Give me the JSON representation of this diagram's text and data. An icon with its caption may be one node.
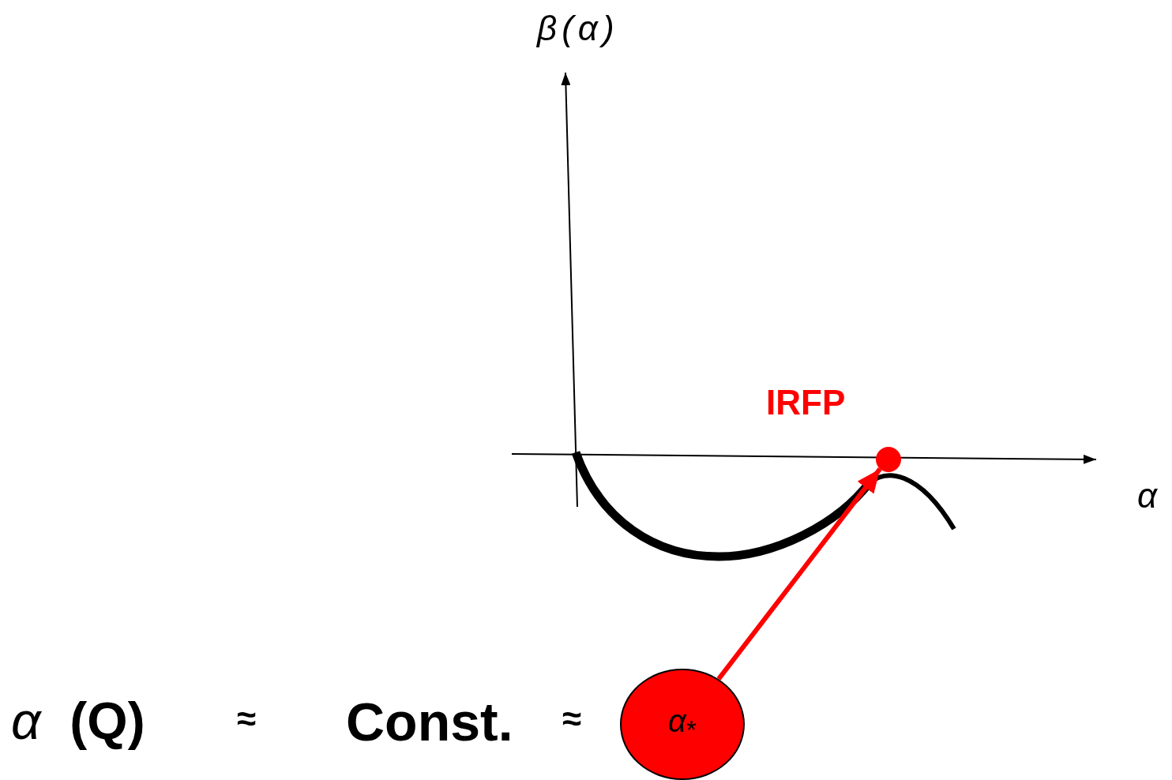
{
  "diagram": {
    "nodes": [
      {
        "text": [
          "*α*$_{*}$"
        ]
      },
      {
        "text": [],
        "shape": "circle",
        "beside": [
          "IRFP"
        ]
      }
    ],
    "edges": [
      {
        "from": 0,
        "to": 1,
        "arrow": "to",
        "color": "#ff0000"
      }
    ],
    "labels": [
      "β(α)",
      "α",
      "*α*  **(Q)**",
      "≈",
      "Const.",
      "≈"
    ]
  }
}
